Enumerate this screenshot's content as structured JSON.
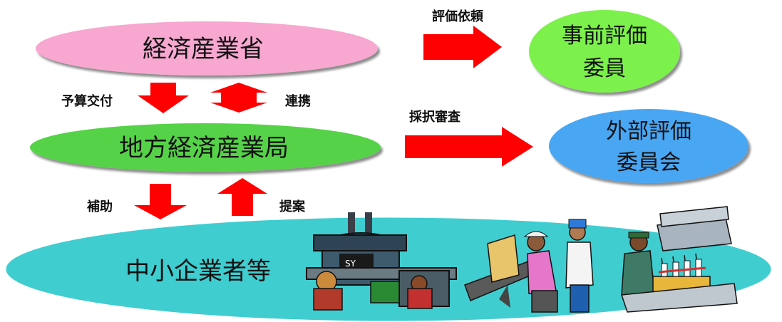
{
  "nodes": {
    "meti": {
      "label": "経済産業省",
      "color": "#f7a7d0"
    },
    "regional_bureau": {
      "label": "地方経済産業局",
      "color": "#57d24a"
    },
    "sme": {
      "label": "中小企業者等",
      "color": "#3fcdd0"
    },
    "pre_eval": {
      "line1": "事前評価",
      "line2": "委員",
      "color": "#7cf04c"
    },
    "external_eval": {
      "line1": "外部評価",
      "line2": "委員会",
      "color": "#4aa6f2"
    }
  },
  "arrows": {
    "eval_request": "評価依頼",
    "budget_grant": "予算交付",
    "cooperation": "連携",
    "selection_review": "採択審査",
    "subsidy": "補助",
    "proposal": "提案"
  },
  "colors": {
    "arrow": "#ff0000"
  },
  "icons": [
    "factory-machine-icon",
    "workers-icon",
    "assembly-line-icon"
  ]
}
